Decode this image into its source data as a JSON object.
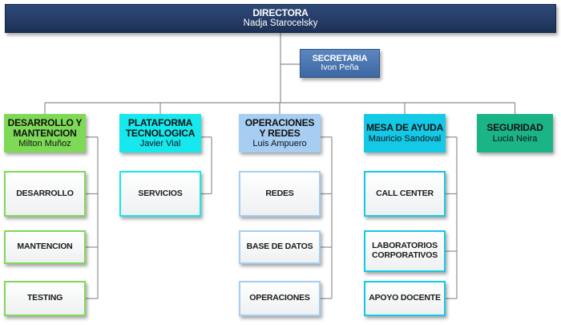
{
  "director": {
    "title": "DIRECTORA",
    "name": "Nadja Starocelsky"
  },
  "secretary": {
    "title": "SECRETARIA",
    "name": "Ivon Peña"
  },
  "departments": [
    {
      "title": "DESARROLLO Y\nMANTENCION",
      "name": "Milton Muñoz",
      "color": "#7ed957",
      "units": [
        "DESARROLLO",
        "MANTENCION",
        "TESTING"
      ]
    },
    {
      "title": "PLATAFORMA\nTECNOLOGICA",
      "name": "Javier Vial",
      "color": "#17e8ee",
      "units": [
        "SERVICIOS"
      ]
    },
    {
      "title": "OPERACIONES\nY REDES",
      "name": "Luis Ampuero",
      "color": "#a6cdf2",
      "units": [
        "REDES",
        "BASE DE DATOS",
        "OPERACIONES"
      ]
    },
    {
      "title": "MESA DE AYUDA",
      "name": "Mauricio Sandoval",
      "color": "#14c9e6",
      "units": [
        "CALL CENTER",
        "LABORATORIOS\nCORPORATIVOS",
        "APOYO DOCENTE"
      ]
    },
    {
      "title": "SEGURIDAD",
      "name": "Lucia Neira",
      "color": "#1bb487",
      "units": []
    }
  ]
}
